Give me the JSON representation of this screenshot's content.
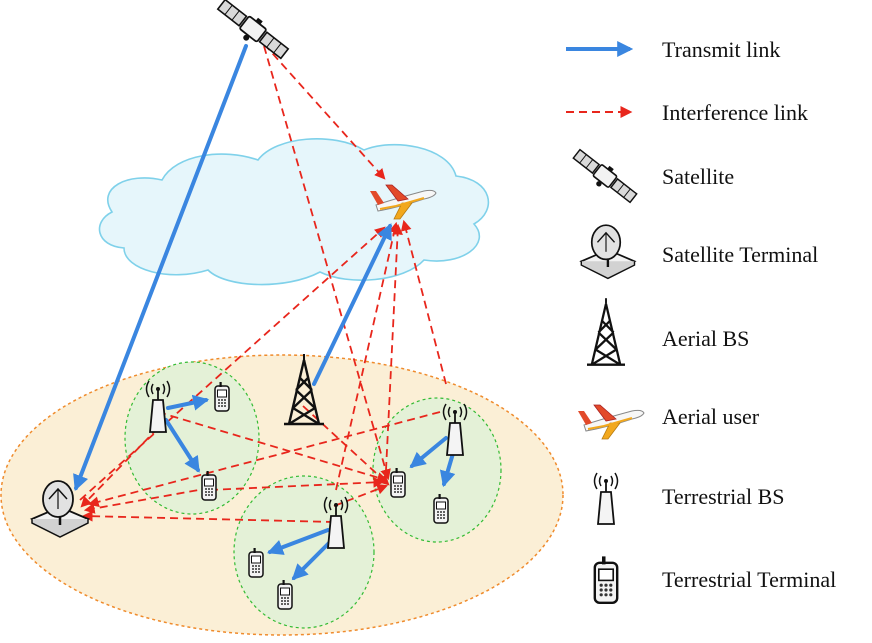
{
  "legend": {
    "transmit_link": "Transmit link",
    "interference_link": "Interference link",
    "satellite": "Satellite",
    "satellite_terminal": "Satellite Terminal",
    "aerial_bs": "Aerial BS",
    "aerial_user": "Aerial user",
    "terrestrial_bs": "Terrestrial BS",
    "terrestrial_terminal": "Terrestrial Terminal"
  },
  "colors": {
    "transmit": "#3a86e0",
    "interference": "#e8261c",
    "cloud_fill": "#e6f6fb",
    "cloud_stroke": "#7fd1ea",
    "ground_fill": "#fbefd6",
    "ground_stroke": "#ef8b2c",
    "cell_fill": "#e4f1d7",
    "cell_stroke": "#33bb33"
  },
  "icons": {
    "satellite": "satellite-icon",
    "satellite_terminal": "satellite-dish-icon",
    "aerial_bs": "lattice-tower-icon",
    "aerial_user": "airplane-icon",
    "terrestrial_bs": "antenna-base-station-icon",
    "terrestrial_terminal": "mobile-phone-icon"
  }
}
